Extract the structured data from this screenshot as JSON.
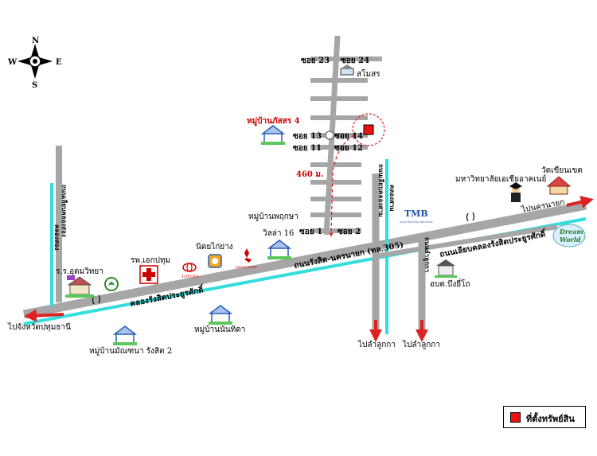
{
  "compass": {
    "n": "N",
    "s": "S",
    "e": "E",
    "w": "W"
  },
  "labels": {
    "soi23": "ซอย 23",
    "soi24": "ซอย 24",
    "samosorn": "สโมสร",
    "village_phatsara4": "หมู่บ้านภัสสร 4",
    "soi13": "ซอย 13",
    "soi14": "ซอย 14",
    "soi11": "ซอย 11",
    "soi12": "ซอย 12",
    "dist460": "460 ม.",
    "soi1": "ซอย 1",
    "soi2": "ซอย 2",
    "village_pruksa": "หมู่บ้านพฤกษา",
    "villa16": "วิลล่า 16",
    "nitto": "นิตยไก่ย่าง",
    "hospital": "รพ.เอกปทุม",
    "toyota": "TOYOTA",
    "mitsubishi": "MITSUBISHI",
    "school": "ร.ร.อุดมวิทยา",
    "road_main": "ถนนรังสิต-นครนายก (ทล.305)",
    "canal_main": "คลองรังสิตประยูรศักดิ์",
    "road_parallel": "ถนนเลียบคลองรังสิตประยูรศักดิ์",
    "to_pathum": "ไปจังหวัดปทุมธานี",
    "to_nakhon": "ไปนครนายก",
    "to_lamlukka1": "ไปลำลูกกา",
    "to_lamlukka2": "ไปลำลูกกา",
    "village_manthana": "หมู่บ้านมัณฑนา รังสิต 2",
    "village_nanthida": "หมู่บ้านนันทิดา",
    "obt": "อบต.บึงยี่โถ",
    "university": "มหาวิทยาลัยเอเชียอาคเนย์",
    "temp_wat": "วัดเขียนเขต",
    "road_leftv": "ถนนเลียบคลองสอง",
    "canal_leftv": "คลองสอง",
    "road_centerv": "ถนนเลียบคลองสาม",
    "canal_centerv": "คลองสาม",
    "road_rightv": "ถนนลำลูกกา",
    "tmb": "TMB",
    "tmb_sub": "ธนาคารทหารไทย TMB BANK",
    "dreamworld1": "Dream",
    "dreamworld2": "World"
  },
  "legend": {
    "text": "ที่ตั้งทรัพย์สิน"
  },
  "colors": {
    "road": "#a6a6a6",
    "canal": "#33dddd",
    "marker": "#ee1111",
    "arrow": "#dd2222"
  }
}
